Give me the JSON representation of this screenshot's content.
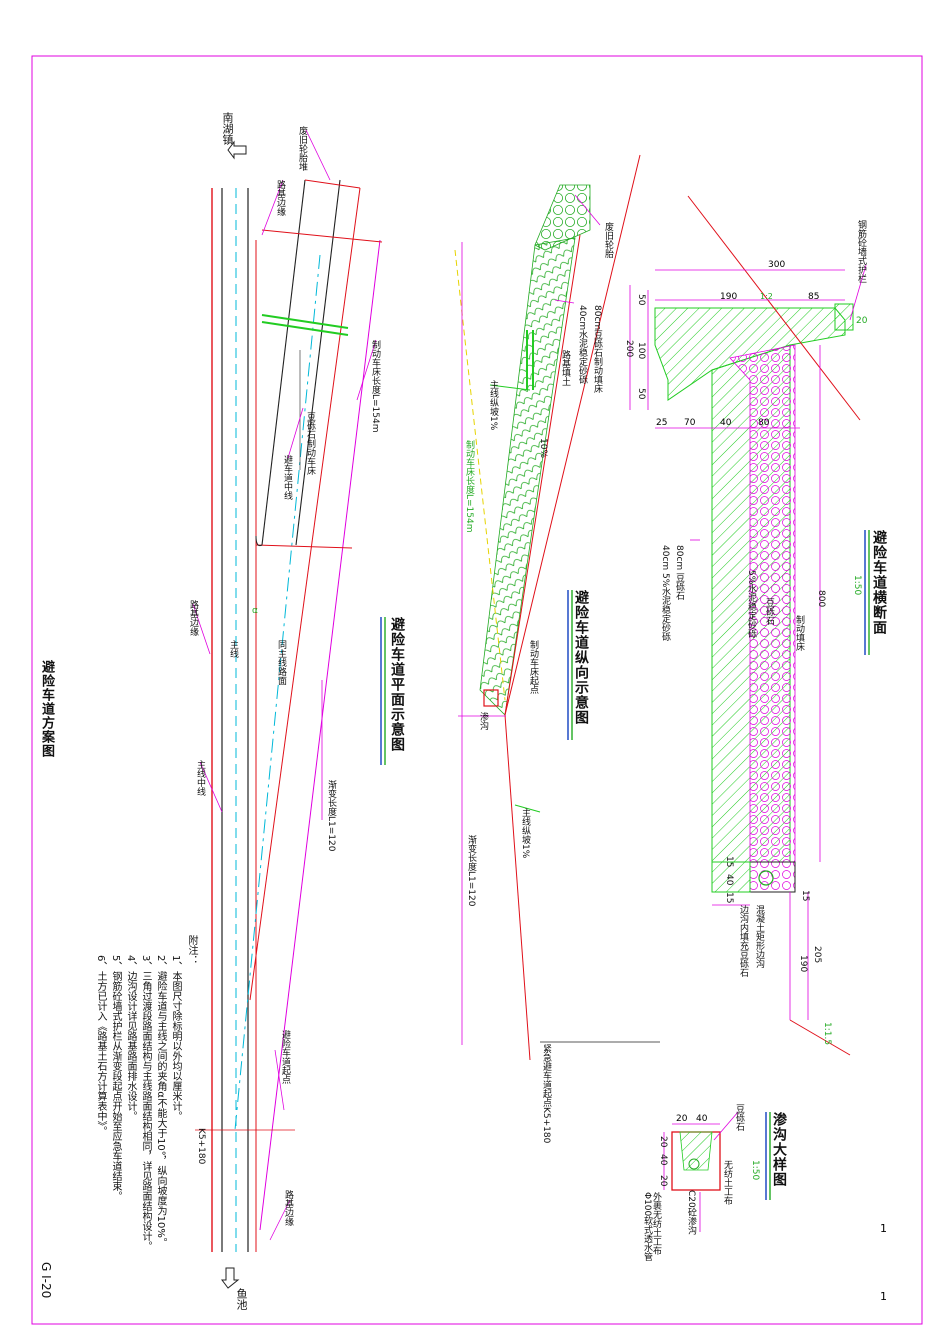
{
  "drawing": {
    "title": "避险车道方案图",
    "number": "G I-20",
    "page_index": "1",
    "page_total": "1"
  },
  "plan": {
    "title": "避险车道平面示意图",
    "north_town": "南湖镇",
    "south_town": "鱼池",
    "old_tires": "废旧轮胎堆",
    "edge_top": "路基边缘",
    "edge_mid": "路基边缘",
    "edge_bottom": "路基边缘",
    "gravel_bed": "豆砾石制动车床",
    "bed_length": "制动车床长度L=154m",
    "lane_center": "避车道中线",
    "main_line": "主线",
    "main_center": "主线中线",
    "same_pavement": "同主线路面",
    "taper": "渐变长度L1=120",
    "start_point": "避险车道起点",
    "station": "K5+180",
    "alpha": "α"
  },
  "longitudinal": {
    "title": "避险车道纵向示意图",
    "old_tires": "废旧轮胎",
    "layer1": "80cm豆砾石制动填床",
    "layer2": "40cm水泥稳定砂砾",
    "layer3": "路基填土",
    "main_grade_top": "主线纵坡1%",
    "slope": "10%",
    "bed_length": "制动车床长度L=154m",
    "bed_start": "制动车床起点",
    "ditch": "渗沟",
    "main_grade_bottom": "主线纵坡1%",
    "taper": "渐变长度L1=120",
    "start": "紧急避车道起点K5+180"
  },
  "cross": {
    "title": "避险车道横断面",
    "scale": "1:50",
    "guardrail": "钢筋砼墙式护栏",
    "dims_top": [
      "300",
      "190",
      "85"
    ],
    "dim_20": "20",
    "slope_12": "1:2",
    "dims_left": [
      "50",
      "200",
      "100",
      "50"
    ],
    "dims_bottom": [
      "25",
      "70",
      "40",
      "80"
    ],
    "dim_800": "800",
    "gravel": "豆砾石",
    "brake_bed": "制动填床",
    "layer_a": "80cm 豆砾石",
    "layer_b": "40cm 5%水泥稳定砂砾",
    "layer_c": "5%水泥稳定砂砾",
    "dims_ditch": [
      "15",
      "40",
      "15"
    ],
    "ditch_a": "混凝土矩形边沟",
    "ditch_b": "边沟内填充豆砾石",
    "dims_right": [
      "15",
      "205",
      "190"
    ],
    "slope_115": "1:1.5"
  },
  "detail": {
    "title": "渗沟大样图",
    "scale": "1:50",
    "gravel": "豆砾石",
    "geotextile": "无纺土工布",
    "ditch": "C20砼渗沟",
    "pipe": "外裹无纺土工布\nΦ100软式透水管",
    "dims": [
      "20",
      "40",
      "20",
      "40",
      "20"
    ]
  },
  "notes": {
    "header": "附注：",
    "items": [
      "1、本图尺寸除标明以外均以厘米计。",
      "2、避险车道与主线之间的夹角α不能大于10°，纵向坡度为10%。",
      "3、三角过渡段路面结构与主线路面结构相同，详见路面结构设计。",
      "4、边沟设计详见路基路面排水设计。",
      "5、钢筋砼墙式护栏从渐变段起点开始至应急车道结束。",
      "6、土方已计入《路基土石方计算表中》。"
    ]
  },
  "colors": {
    "frame": "#e000e0",
    "hatch": "#22cc22",
    "red": "#e0101a",
    "cyan": "#00b8d8",
    "yellow": "#e6d400",
    "blue": "#1040c0",
    "dim": "#e000e0"
  }
}
